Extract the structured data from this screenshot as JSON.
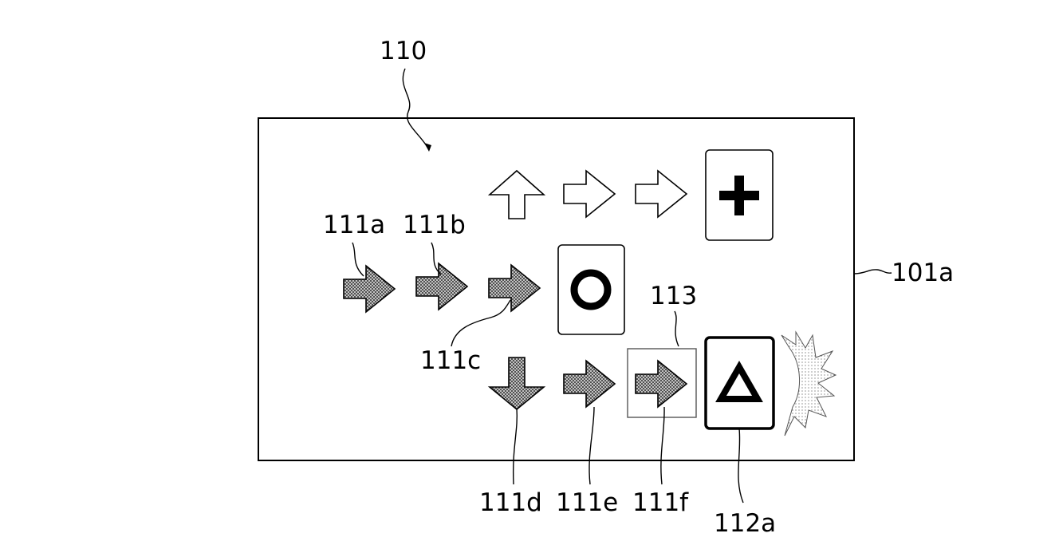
{
  "labels": {
    "screen": "110",
    "frame": "101a",
    "arrow_a": "111a",
    "arrow_b": "111b",
    "arrow_c": "111c",
    "arrow_d": "111d",
    "arrow_e": "111e",
    "arrow_f": "111f",
    "selection_box": "113",
    "triangle_card": "112a"
  },
  "icons": {
    "card_top": "plus-icon",
    "card_middle": "circle-icon",
    "card_bottom": "triangle-icon"
  },
  "colors": {
    "line": "#000000",
    "background": "#ffffff",
    "highlight_dots": "#555555"
  }
}
